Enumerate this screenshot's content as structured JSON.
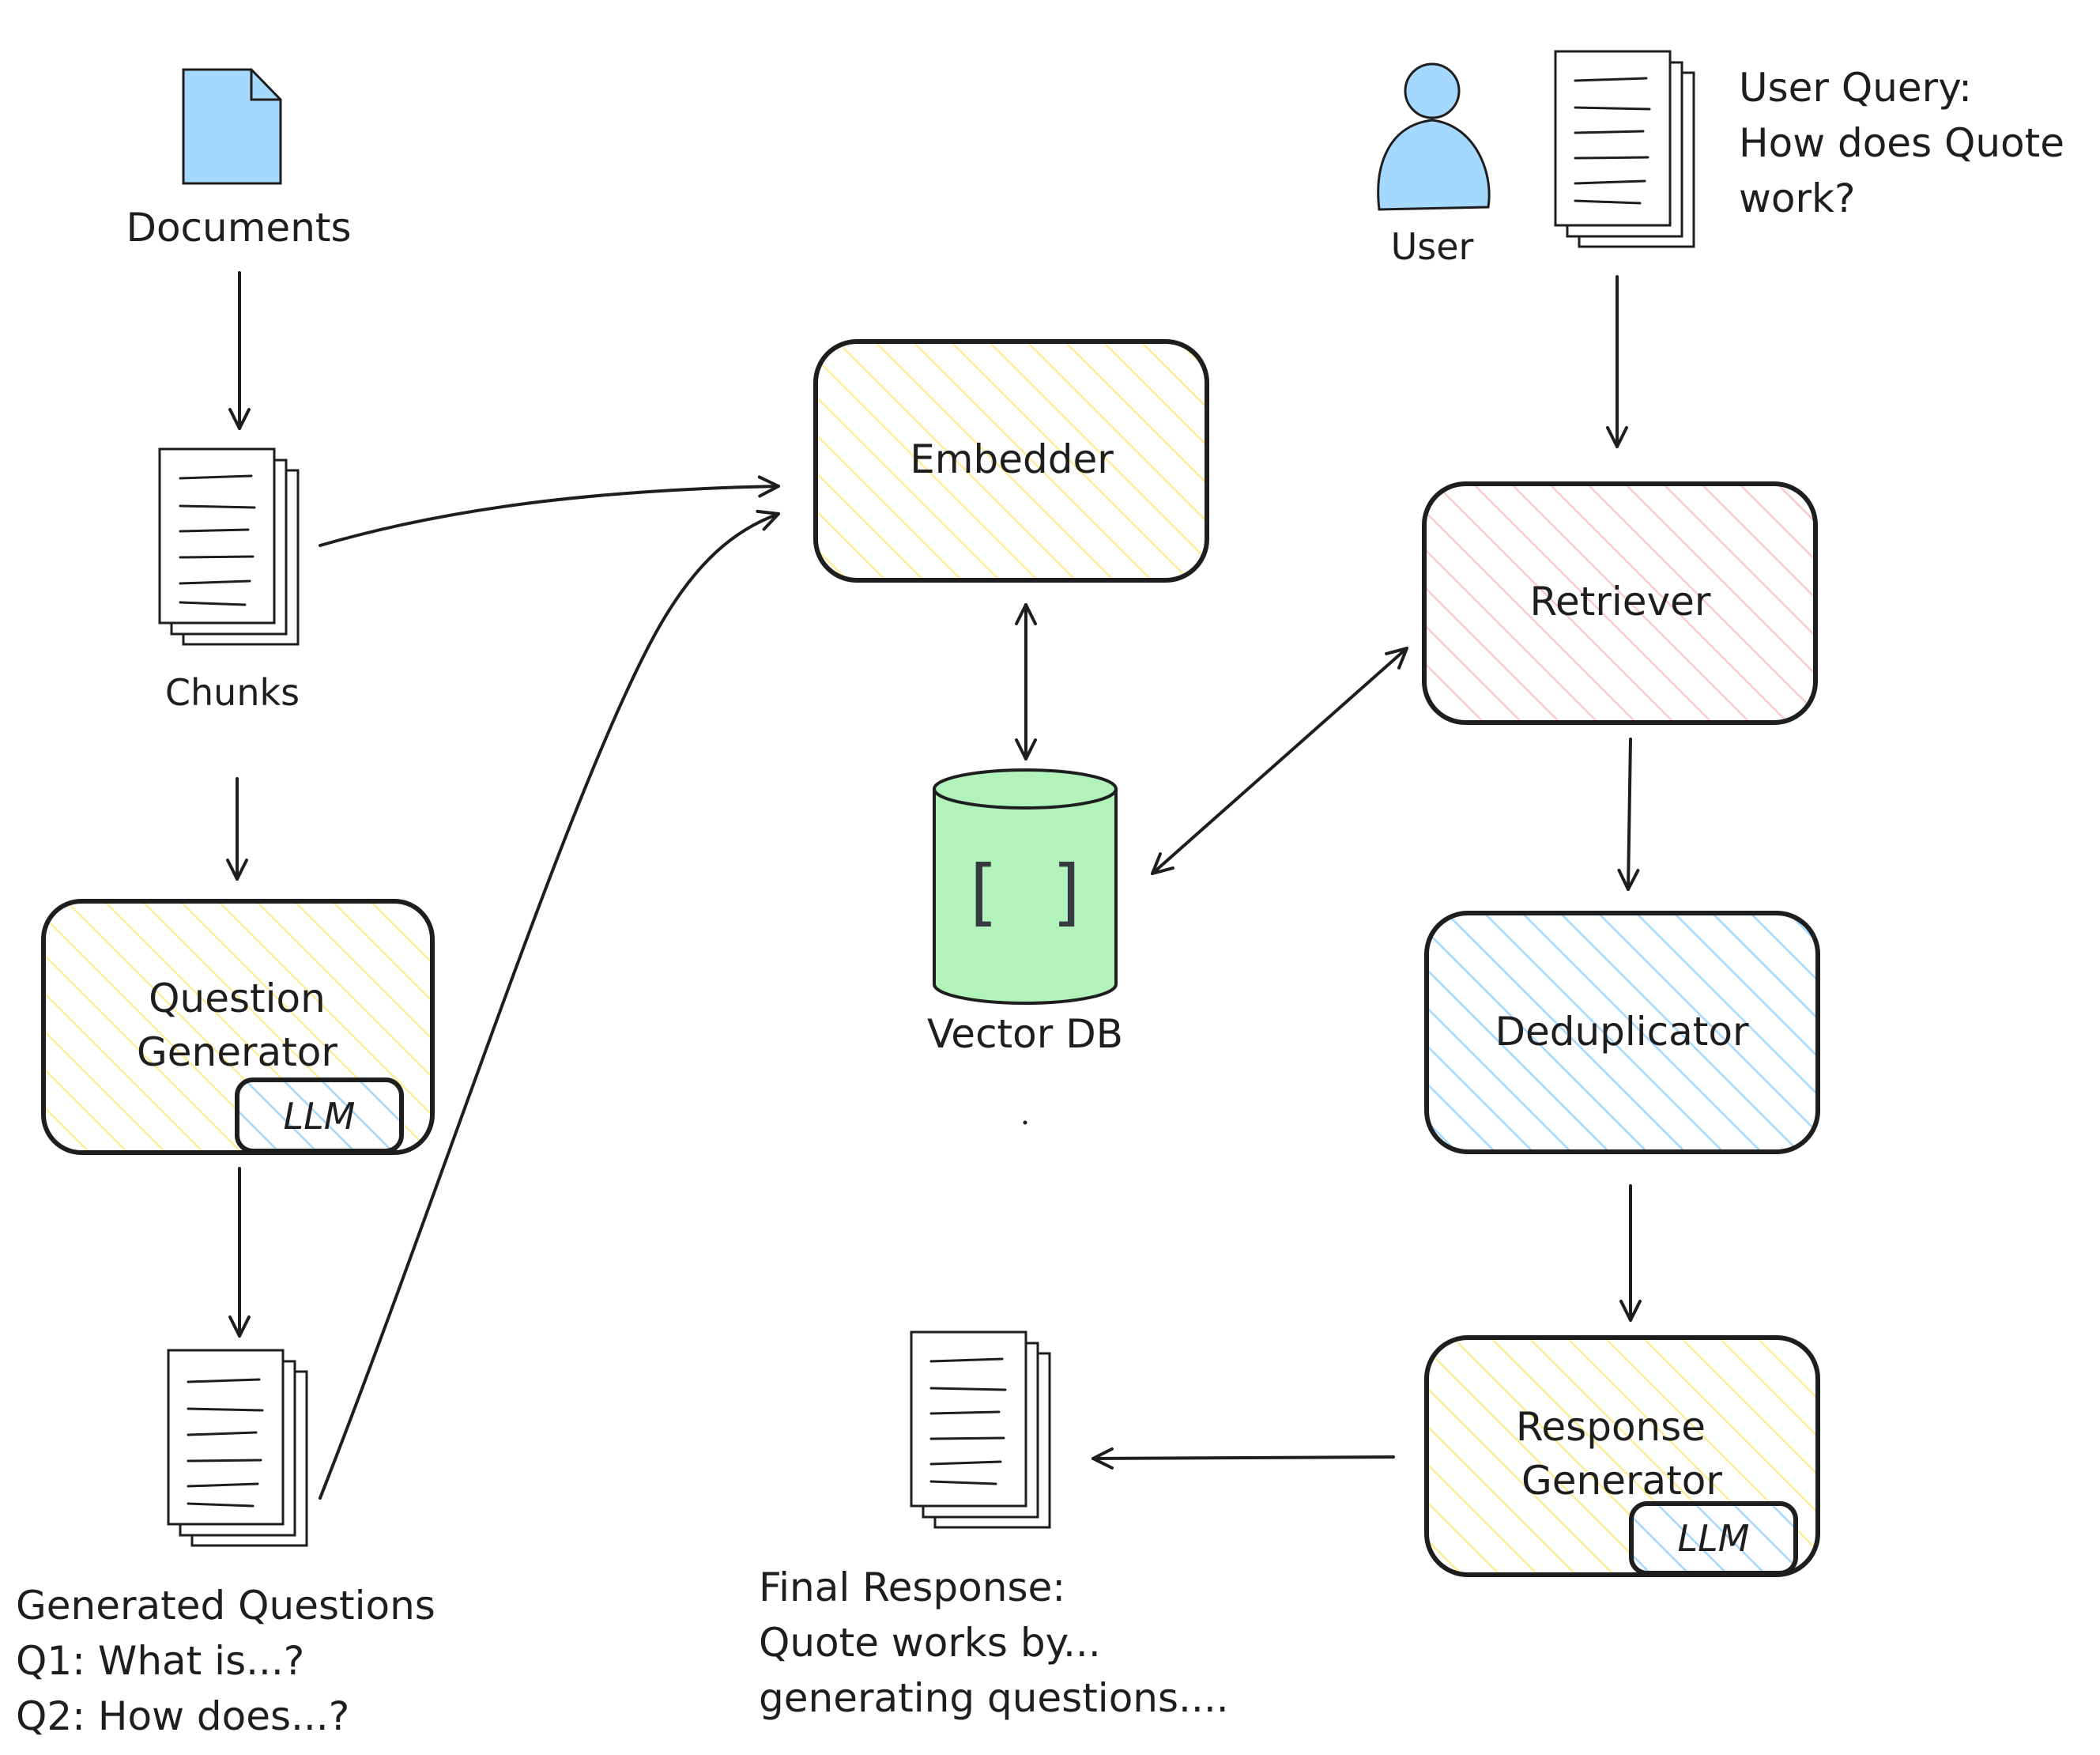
{
  "colors": {
    "yellow": "#ffec99",
    "red": "#ffc9c9",
    "blue": "#a5d8ff",
    "green": "#b2f2bb",
    "ink": "#1e1e1e",
    "icon_fill": "#a5d8ff"
  },
  "icons": {
    "documents": "file-icon",
    "user": "user-icon",
    "stack": "document-stack-icon",
    "database": "database-cylinder-icon"
  },
  "left": {
    "documents_label": "Documents",
    "chunks_label": "Chunks",
    "question_generator": [
      "Question",
      "Generator"
    ],
    "llm_label": "LLM",
    "generated_questions": [
      "Generated Questions",
      "Q1: What is...?",
      "Q2: How does...?"
    ]
  },
  "center": {
    "embedder_label": "Embedder",
    "db_icon_glyph": "[ ]",
    "vector_db_label": "Vector DB",
    "final_response": [
      "Final Response:",
      "Quote works by...",
      "generating questions...."
    ]
  },
  "right": {
    "user_label": "User",
    "user_query": [
      "User Query:",
      "How does Quote",
      "work?"
    ],
    "retriever_label": "Retriever",
    "deduplicator_label": "Deduplicator",
    "response_generator": [
      "Response",
      "Generator"
    ],
    "llm_label": "LLM"
  }
}
